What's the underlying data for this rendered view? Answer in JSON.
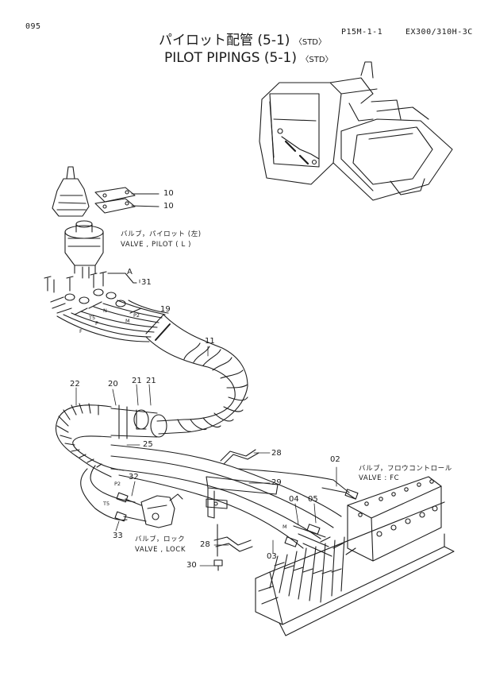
{
  "header": {
    "page_number": "095",
    "section_code": "P15M-1-1",
    "model": "EX300/310H-3C"
  },
  "title": {
    "japanese": "パイロット配管 (5-1)",
    "english": "PILOT PIPINGS (5-1)",
    "std_tag": "〈STD〉"
  },
  "callouts": {
    "valve_pilot_jp": "バルブ，パイロット (左)",
    "valve_pilot_en": "VALVE , PILOT ( L )",
    "valve_fc_jp": "バルブ，フロウコントロール",
    "valve_fc_en": "VALVE : FC",
    "valve_lock_jp": "バルブ，ロック",
    "valve_lock_en": "VALVE , LOCK",
    "ref_a": "A"
  },
  "part_numbers": [
    "10",
    "10",
    "31",
    "19",
    "11",
    "22",
    "20",
    "21",
    "21",
    "25",
    "28",
    "29",
    "02",
    "32",
    "04",
    "05",
    "33",
    "28",
    "03",
    "30"
  ],
  "port_labels": [
    "T5",
    "P2",
    "P",
    "N",
    "M",
    "F",
    "P2",
    "T5",
    "M"
  ]
}
